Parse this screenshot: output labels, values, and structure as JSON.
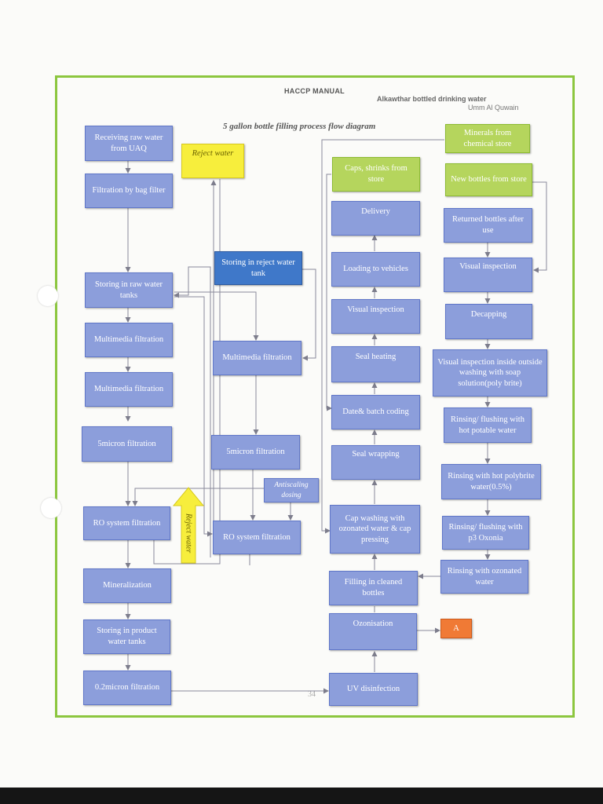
{
  "header": {
    "manual": "HACCP MANUAL",
    "company": "Alkawthar bottled drinking water",
    "city": "Umm Al Quwain",
    "title": "5 gallon bottle filling process flow diagram",
    "page_number": "34"
  },
  "colors": {
    "process": "#8c9edb",
    "storage": "#3f78c9",
    "input": "#b5d55d",
    "reject": "#f7ee3c",
    "connector": "#f07a35",
    "frame": "#8cc63f"
  },
  "steps": {
    "receiving": "Receiving raw water from UAQ",
    "bag_filter": "Filtration by bag filter",
    "reject_water": "Reject water",
    "storing_raw": "Storing in raw water tanks",
    "multimedia_1": "Multimedia filtration",
    "multimedia_2": "Multimedia filtration",
    "micron_5_left": "5micron filtration",
    "ro_left": "RO system filtration",
    "mineralization": "Mineralization",
    "storing_product": "Storing in product water tanks",
    "micron_02": "0.2micron filtration",
    "storing_reject": "Storing in reject water tank",
    "multimedia_mid": "Multimedia filtration",
    "micron_5_mid": "5micron filtration",
    "antiscaling": "Antiscaling dosing",
    "ro_mid": "RO system filtration",
    "reject_arrow": "Reject water",
    "caps": "Caps, shrinks from store",
    "delivery": "Delivery",
    "loading": "Loading to vehicles",
    "visual_insp_mid": "Visual inspection",
    "seal_heating": "Seal heating",
    "date_coding": "Date& batch coding",
    "seal_wrapping": "Seal wrapping",
    "cap_washing": "Cap washing with ozonated water & cap pressing",
    "filling": "Filling in cleaned bottles",
    "ozonisation": "Ozonisation",
    "uv": "UV disinfection",
    "connector_a": "A",
    "minerals": "Minerals from chemical store",
    "new_bottles": "New bottles from store",
    "returned_bottles": "Returned bottles after use",
    "visual_insp_right": "Visual inspection",
    "decapping": "Decapping",
    "visual_outside": "Visual inspection inside outside washing with soap solution(poly brite)",
    "rinsing_potable": "Rinsing/ flushing with hot potable water",
    "rinsing_hot": "Rinsing with hot polybrite water(0.5%)",
    "rinsing_p3": "Rinsing/ flushing with p3 Oxonia",
    "rinsing_ozonated": "Rinsing with ozonated water"
  }
}
